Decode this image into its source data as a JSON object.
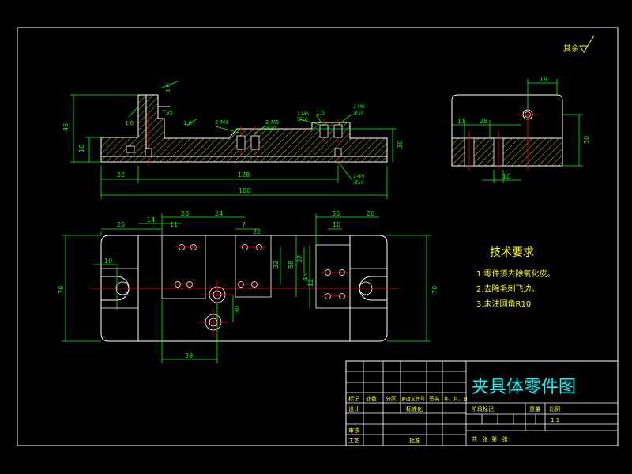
{
  "colors": {
    "background": "#000000",
    "outline": "#ffffff",
    "dimension": "#00ff00",
    "centerline": "#ff0000",
    "hatch": "#ffff00",
    "notes": "#ffff00",
    "title": "#00ffff"
  },
  "surface_finish": {
    "label": "其余"
  },
  "front_view": {
    "dims": {
      "total_height": "45",
      "base_height": "16",
      "right_height": "30",
      "inner_left": "22",
      "inner_span": "128",
      "overall_length": "180",
      "chamfer_left": "1.6",
      "chamfer_mid": "1.6",
      "chamfer_right": "1.6",
      "depth_a": "35",
      "hole_a": "2-M4",
      "hole_b": "2-M5",
      "hole_c_1": "2-M6",
      "hole_c_2": "深10",
      "hole_d_1": "2-M5",
      "hole_d_2": "深10",
      "hole_e_1": "2-M6",
      "hole_e_2": "深10",
      "hole_f_1": "2-Φ5",
      "hole_f_2": "深10",
      "note_a": "1.6"
    }
  },
  "side_view": {
    "dims": {
      "top": "19",
      "left_a": "11",
      "left_b": "28",
      "height": "30",
      "bottom": "10"
    }
  },
  "top_view": {
    "dims": {
      "a": "25",
      "b": "14",
      "c": "28",
      "d": "24",
      "e": "7",
      "f": "36",
      "g": "20",
      "h": "10",
      "i": "11",
      "j": "22",
      "height_total": "70",
      "height_right": "70",
      "left_slot": "10",
      "mid_a": "32",
      "mid_b": "58",
      "right_a": "37",
      "right_b": "45",
      "right_c": "12",
      "bottom_a": "30",
      "bottom_b": "39"
    }
  },
  "notes": {
    "title": "技术要求",
    "items": [
      "1.零件须去除氧化皮。",
      "2.去除毛刺飞边。",
      "3.未注圆角R10"
    ]
  },
  "title_block": {
    "drawing_name": "夹具体零件图",
    "scale": "1:1",
    "headers": {
      "mark": "标记",
      "count": "处数",
      "zone": "分区",
      "change_doc": "更改文件号",
      "sign": "签名",
      "date": "年、月、日",
      "design": "设计",
      "standardize": "标准化",
      "stage_mark": "阶段标记",
      "weight": "重量",
      "ratio": "比例",
      "review": "审核",
      "process": "工艺",
      "approve": "批准",
      "sheets": "共   张  第   张"
    }
  }
}
